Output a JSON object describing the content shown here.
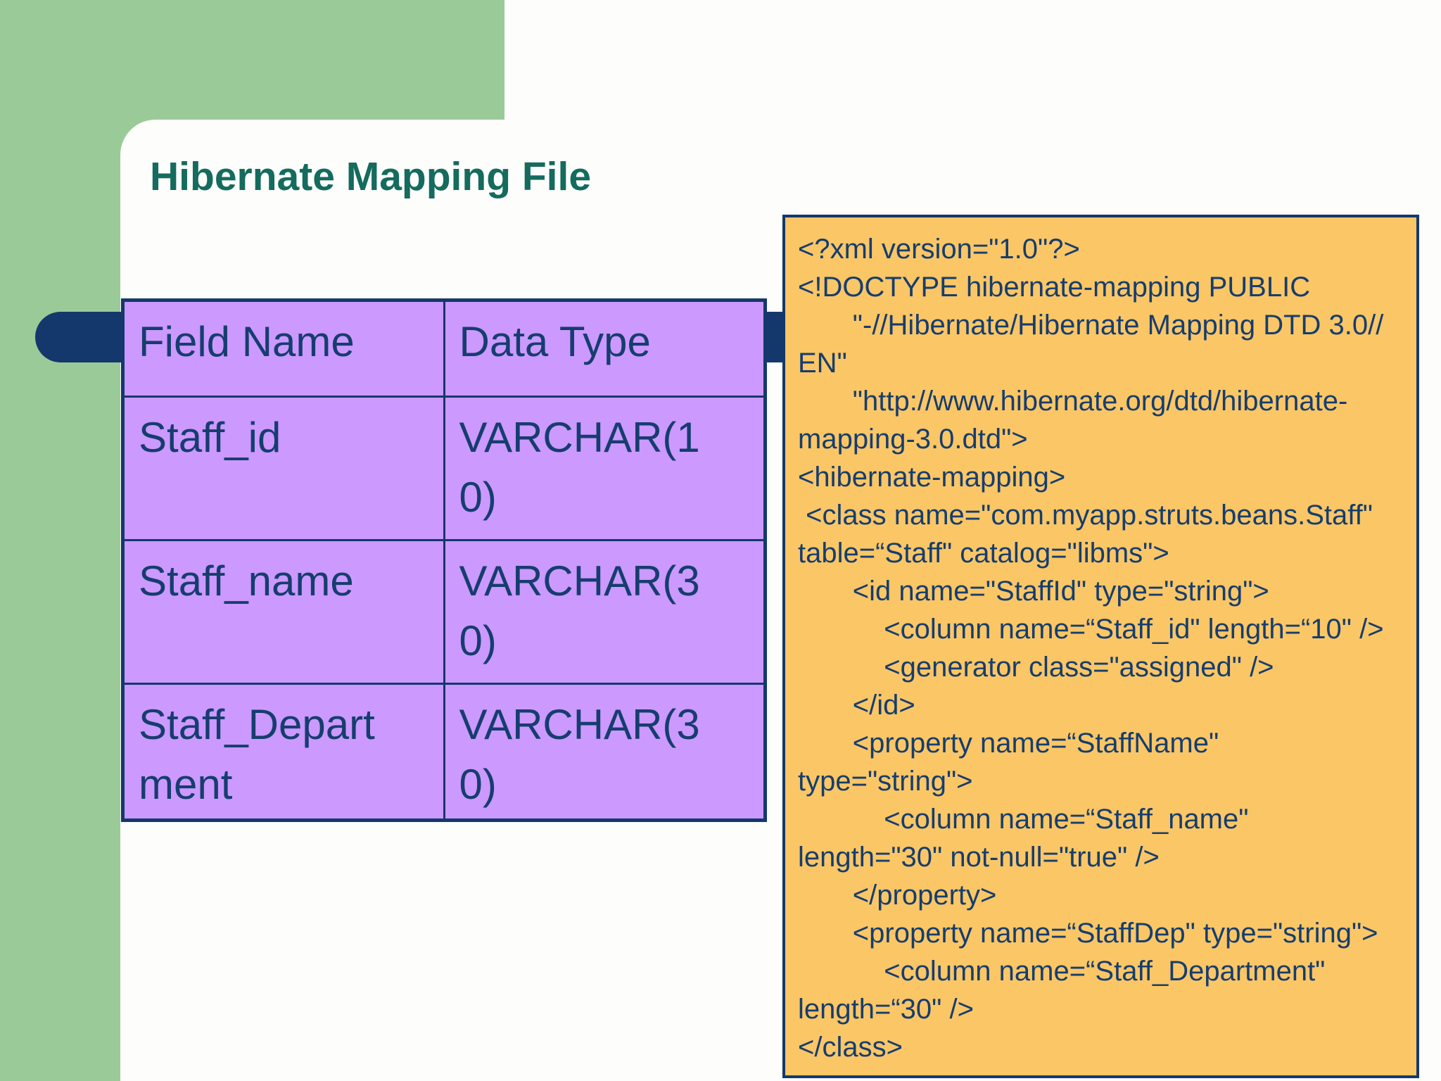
{
  "slide": {
    "title": "Hibernate Mapping File"
  },
  "colors": {
    "green": "#9bca99",
    "purple": "#cc99ff",
    "orange": "#fbc666",
    "navy": "#14386b",
    "title_teal": "#146b5e",
    "background": "#fdfdfb"
  },
  "table": {
    "headers": [
      "Field Name",
      "Data Type"
    ],
    "rows": [
      [
        "Staff_id",
        "VARCHAR(1\n0)"
      ],
      [
        "Staff_name",
        "VARCHAR(3\n0)"
      ],
      [
        "Staff_Depart\nment",
        "VARCHAR(3\n0)"
      ]
    ]
  },
  "code": {
    "lines": [
      "<?xml version=\"1.0\"?>",
      "<!DOCTYPE hibernate-mapping PUBLIC",
      "       \"-//Hibernate/Hibernate Mapping DTD 3.0//",
      "EN\"",
      "       \"http://www.hibernate.org/dtd/hibernate-",
      "mapping-3.0.dtd\">",
      "<hibernate-mapping>",
      " <class name=\"com.myapp.struts.beans.Staff\"",
      "table=“Staff\" catalog=\"libms\">",
      "       <id name=\"StaffId\" type=\"string\">",
      "           <column name=“Staff_id\" length=“10\" />",
      "           <generator class=\"assigned\" />",
      "       </id>",
      "       <property name=“StaffName\"",
      "type=\"string\">",
      "           <column name=“Staff_name\"",
      "length=\"30\" not-null=\"true\" />",
      "       </property>",
      "       <property name=“StaffDep\" type=\"string\">",
      "           <column name=“Staff_Department\"",
      "length=“30\" />",
      "</class>"
    ]
  }
}
